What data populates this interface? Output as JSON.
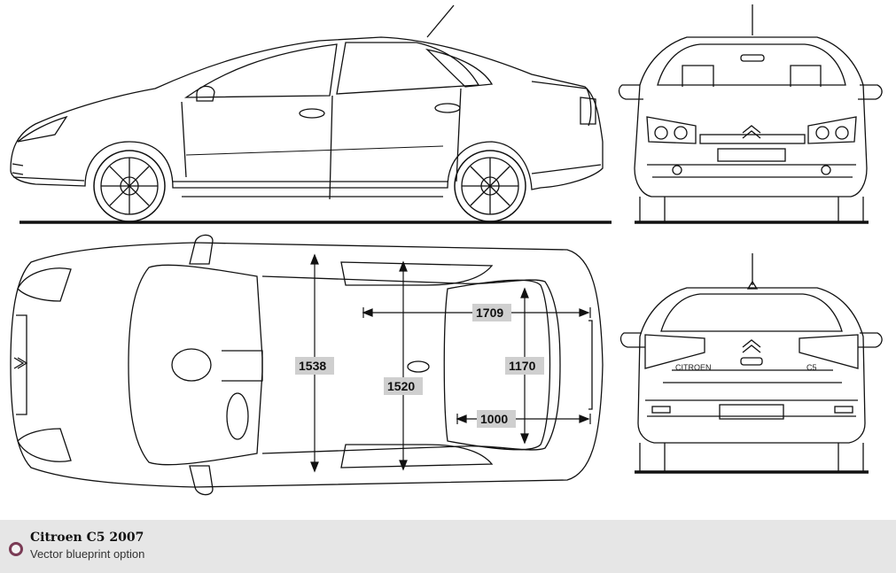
{
  "footer": {
    "title": "Citroen C5 2007",
    "subtitle": "Vector blueprint option"
  },
  "dimensions": {
    "rear_track": "1538",
    "front_track": "1520",
    "length_top": "1709",
    "width_inner": "1170",
    "length_bottom": "1000"
  },
  "badges": {
    "rear_model_name": "CITROEN",
    "rear_model_badge": "C5"
  },
  "colors": {
    "line": "#111111",
    "footer_bg": "#e6e6e6",
    "bullet": "#7a3b55",
    "dim_box": "#cfcfcf"
  }
}
